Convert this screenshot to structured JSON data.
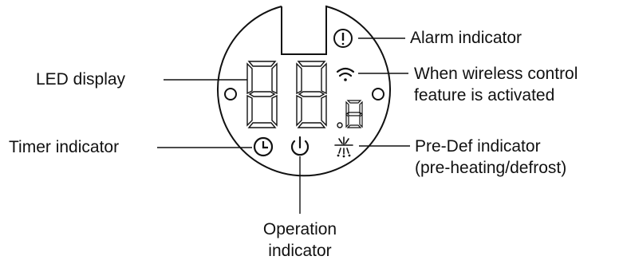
{
  "labels": {
    "alarm": "Alarm indicator",
    "led": "LED display",
    "wireless": [
      "When wireless control",
      "feature is activated"
    ],
    "timer": "Timer indicator",
    "predef": [
      "Pre-Def indicator",
      "(pre-heating/defrost)"
    ],
    "operation": [
      "Operation",
      "indicator"
    ]
  },
  "icons": {
    "alarm": "alarm-icon",
    "wifi": "wireless-icon",
    "timer": "clock-icon",
    "power": "power-icon",
    "predef": "snowflake-heat-icon"
  }
}
